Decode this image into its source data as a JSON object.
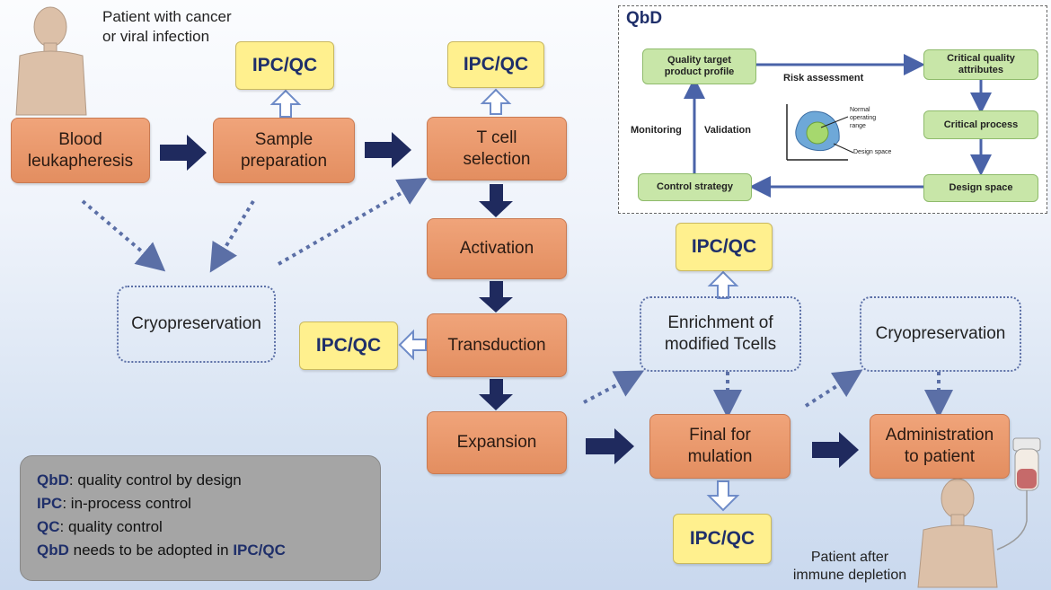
{
  "patient_top": "Patient with cancer\nor viral infection",
  "patient_bottom": "Patient after\nimmune depletion",
  "steps": {
    "blood": "Blood\nleukapheresis",
    "sample": "Sample\npreparation",
    "tcell": "T cell\nselection",
    "activation": "Activation",
    "transduction": "Transduction",
    "expansion": "Expansion",
    "final": "Final for\nmulation",
    "administration": "Administration\nto patient"
  },
  "dashed": {
    "cryo_left": "Cryopreservation",
    "enrichment": "Enrichment of\nmodified Tcells",
    "cryo_right": "Cryopreservation"
  },
  "ipc_label": "IPC/QC",
  "qbd": {
    "title": "QbD",
    "quality_target": "Quality target\nproduct profile",
    "critical_attributes": "Critical quality\nattributes",
    "critical_process": "Critical process",
    "design_space": "Design space",
    "control_strategy": "Control strategy",
    "risk_assessment": "Risk assessment",
    "monitoring": "Monitoring",
    "validation": "Validation",
    "normal_range": "Normal\noperating\nrange",
    "design_space_small": "Design space"
  },
  "legend": [
    {
      "key": "QbD",
      "text": ": quality control by design"
    },
    {
      "key": "IPC",
      "text": ": in-process control"
    },
    {
      "key": "QC",
      "text": ": quality control"
    },
    {
      "key": "QbD",
      "text": " needs to be adopted in ",
      "key2": "IPC/QC"
    }
  ],
  "colors": {
    "step": "#e8946a",
    "ipc": "#fff08e",
    "arrow": "#1f2a5e",
    "dotted": "#5b6fa6",
    "qbd_green": "#c8e6a8",
    "qbd_arrow": "#4a63a8"
  }
}
